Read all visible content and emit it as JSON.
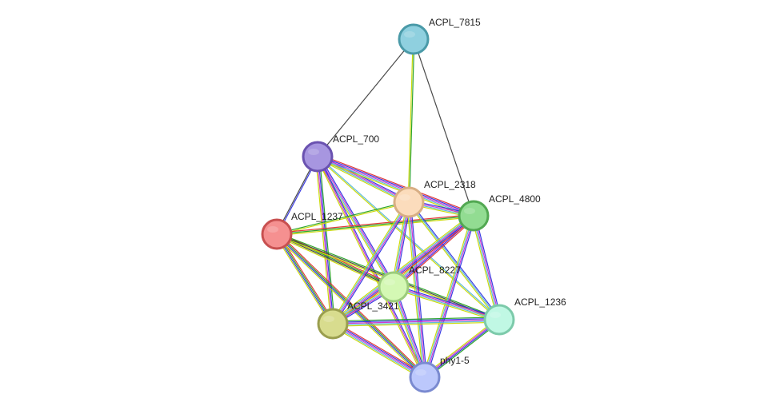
{
  "colors": {
    "neighborhood": "#b5b822",
    "gene_fusion": "#e03030",
    "cooccurrence": "#3030e0",
    "coexpression": "#222222",
    "experiments": "#cc33cc",
    "databases": "#56b7d8",
    "textmining": "#c8d800",
    "homology": "#8e8ed8",
    "fusion_green": "#22a022",
    "coexpression_dark": "#404040"
  },
  "nodes": [
    {
      "id": "ACPL_7815",
      "label": "ACPL_7815",
      "color": "#8fd0df",
      "border": "#4a9aa8"
    },
    {
      "id": "ACPL_700",
      "label": "ACPL_700",
      "color": "#a796e0",
      "border": "#6a52b0"
    },
    {
      "id": "ACPL_2318",
      "label": "ACPL_2318",
      "color": "#fbdcbc",
      "border": "#d8ae84"
    },
    {
      "id": "ACPL_4800",
      "label": "ACPL_4800",
      "color": "#92dc92",
      "border": "#52a852"
    },
    {
      "id": "ACPL_1237",
      "label": "ACPL_1237",
      "color": "#f59090",
      "border": "#c85050"
    },
    {
      "id": "ACPL_8227",
      "label": "ACPL_8227",
      "color": "#d4f8b4",
      "border": "#9ccc7c"
    },
    {
      "id": "ACPL_3421",
      "label": "ACPL_3421",
      "color": "#d8dc8e",
      "border": "#9a9e4e"
    },
    {
      "id": "ACPL_1236",
      "label": "ACPL_1236",
      "color": "#c0f8e4",
      "border": "#7ccaaa"
    },
    {
      "id": "phy1-5",
      "label": "phy1-5",
      "color": "#bcc8fc",
      "border": "#7a8ad0"
    }
  ],
  "edges": [
    {
      "source": "ACPL_7815",
      "target": "ACPL_700",
      "evidence": [
        "coexpression_dark"
      ]
    },
    {
      "source": "ACPL_7815",
      "target": "ACPL_2318",
      "evidence": [
        "fusion_green",
        "textmining"
      ]
    },
    {
      "source": "ACPL_7815",
      "target": "ACPL_4800",
      "evidence": [
        "coexpression_dark"
      ]
    },
    {
      "source": "ACPL_700",
      "target": "ACPL_1237",
      "evidence": [
        "cooccurrence",
        "coexpression_dark"
      ]
    },
    {
      "source": "ACPL_700",
      "target": "ACPL_2318",
      "evidence": [
        "cooccurrence",
        "experiments",
        "databases",
        "textmining"
      ]
    },
    {
      "source": "ACPL_700",
      "target": "ACPL_4800",
      "evidence": [
        "gene_fusion",
        "cooccurrence",
        "experiments",
        "databases",
        "textmining"
      ]
    },
    {
      "source": "ACPL_700",
      "target": "ACPL_8227",
      "evidence": [
        "cooccurrence",
        "experiments",
        "databases",
        "textmining"
      ]
    },
    {
      "source": "ACPL_700",
      "target": "ACPL_3421",
      "evidence": [
        "fusion_green",
        "cooccurrence",
        "experiments",
        "textmining"
      ]
    },
    {
      "source": "ACPL_700",
      "target": "ACPL_1236",
      "evidence": [
        "databases",
        "textmining"
      ]
    },
    {
      "source": "ACPL_700",
      "target": "phy1-5",
      "evidence": [
        "cooccurrence",
        "experiments",
        "textmining"
      ]
    },
    {
      "source": "ACPL_1237",
      "target": "ACPL_2318",
      "evidence": [
        "fusion_green",
        "textmining"
      ]
    },
    {
      "source": "ACPL_1237",
      "target": "ACPL_4800",
      "evidence": [
        "gene_fusion",
        "fusion_green",
        "textmining"
      ]
    },
    {
      "source": "ACPL_1237",
      "target": "ACPL_8227",
      "evidence": [
        "gene_fusion",
        "fusion_green",
        "coexpression_dark",
        "textmining"
      ]
    },
    {
      "source": "ACPL_1237",
      "target": "ACPL_3421",
      "evidence": [
        "gene_fusion",
        "fusion_green",
        "cooccurrence",
        "textmining"
      ]
    },
    {
      "source": "ACPL_1237",
      "target": "ACPL_1236",
      "evidence": [
        "fusion_green",
        "coexpression_dark",
        "textmining"
      ]
    },
    {
      "source": "ACPL_1237",
      "target": "phy1-5",
      "evidence": [
        "gene_fusion",
        "fusion_green",
        "cooccurrence",
        "textmining"
      ]
    },
    {
      "source": "ACPL_2318",
      "target": "ACPL_4800",
      "evidence": [
        "cooccurrence",
        "experiments",
        "databases",
        "textmining"
      ]
    },
    {
      "source": "ACPL_2318",
      "target": "ACPL_8227",
      "evidence": [
        "cooccurrence",
        "experiments",
        "databases",
        "textmining"
      ]
    },
    {
      "source": "ACPL_2318",
      "target": "ACPL_3421",
      "evidence": [
        "cooccurrence",
        "experiments",
        "databases",
        "textmining"
      ]
    },
    {
      "source": "ACPL_2318",
      "target": "ACPL_1236",
      "evidence": [
        "cooccurrence",
        "databases",
        "textmining"
      ]
    },
    {
      "source": "ACPL_2318",
      "target": "phy1-5",
      "evidence": [
        "cooccurrence",
        "experiments",
        "databases",
        "textmining"
      ]
    },
    {
      "source": "ACPL_4800",
      "target": "ACPL_8227",
      "evidence": [
        "gene_fusion",
        "cooccurrence",
        "experiments",
        "databases",
        "textmining"
      ]
    },
    {
      "source": "ACPL_4800",
      "target": "ACPL_3421",
      "evidence": [
        "gene_fusion",
        "cooccurrence",
        "experiments",
        "databases",
        "textmining"
      ]
    },
    {
      "source": "ACPL_4800",
      "target": "ACPL_1236",
      "evidence": [
        "cooccurrence",
        "experiments",
        "databases",
        "textmining"
      ]
    },
    {
      "source": "ACPL_4800",
      "target": "phy1-5",
      "evidence": [
        "cooccurrence",
        "experiments",
        "databases",
        "textmining"
      ]
    },
    {
      "source": "ACPL_8227",
      "target": "ACPL_3421",
      "evidence": [
        "cooccurrence",
        "experiments",
        "databases",
        "textmining"
      ]
    },
    {
      "source": "ACPL_8227",
      "target": "ACPL_1236",
      "evidence": [
        "cooccurrence",
        "experiments",
        "databases",
        "textmining"
      ]
    },
    {
      "source": "ACPL_8227",
      "target": "phy1-5",
      "evidence": [
        "cooccurrence",
        "experiments",
        "databases",
        "textmining"
      ]
    },
    {
      "source": "ACPL_3421",
      "target": "ACPL_1236",
      "evidence": [
        "fusion_green",
        "cooccurrence",
        "experiments",
        "databases",
        "textmining"
      ]
    },
    {
      "source": "ACPL_3421",
      "target": "phy1-5",
      "evidence": [
        "gene_fusion",
        "cooccurrence",
        "experiments",
        "databases",
        "textmining"
      ]
    },
    {
      "source": "ACPL_1236",
      "target": "phy1-5",
      "evidence": [
        "fusion_green",
        "cooccurrence",
        "experiments",
        "textmining"
      ]
    }
  ]
}
